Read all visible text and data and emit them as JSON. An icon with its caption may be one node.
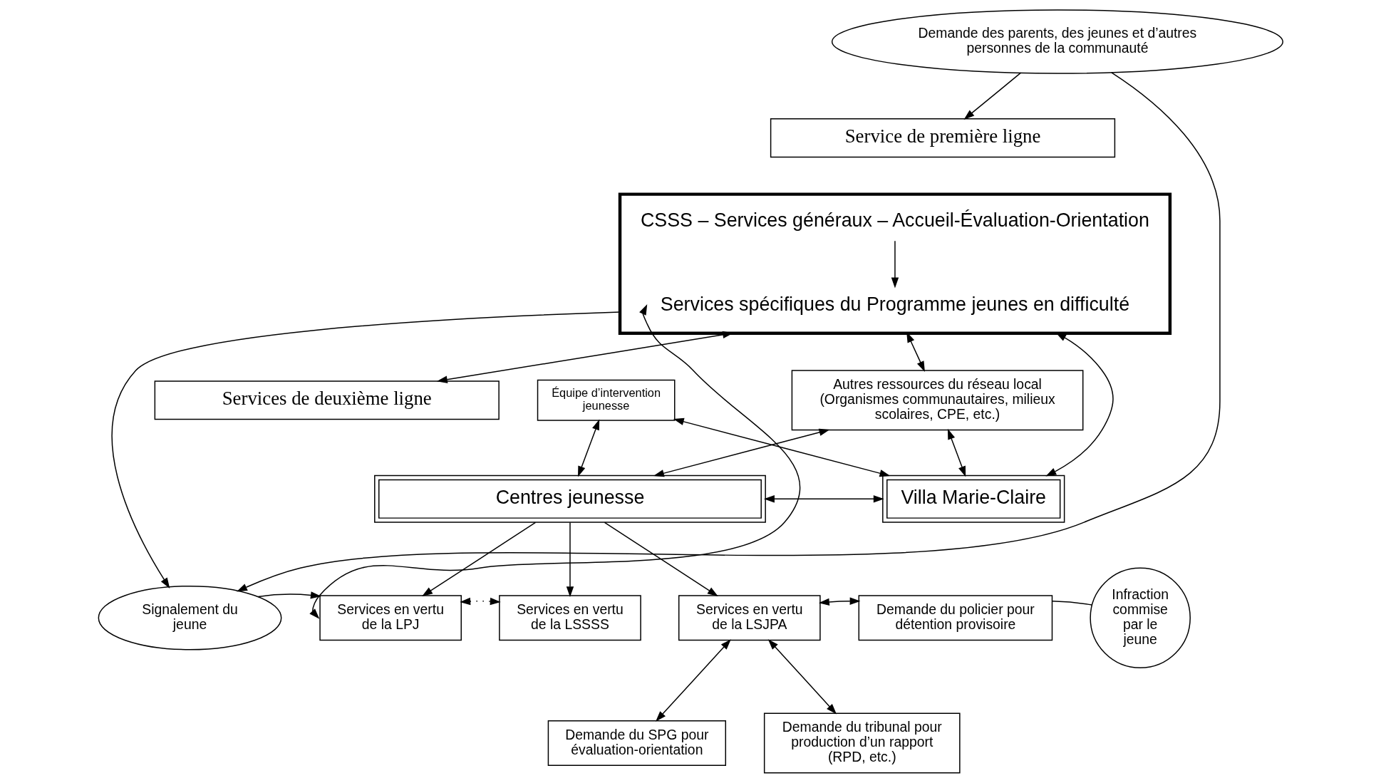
{
  "diagram": {
    "nodes": [
      {
        "text": [
          "Demande des parents, des jeunes et d’autres personnes de la communauté"
        ]
      },
      {
        "text": [
          "Service de première ligne"
        ]
      },
      {
        "text": [],
        "shape": "box"
      },
      {
        "text": [
          "CSSS – Services généraux – Accueil-Évaluation-Orientation"
        ],
        "in": 2
      },
      {
        "text": [
          "Services spécifiques du Programme jeunes en difficulté"
        ],
        "in": 2
      },
      {
        "text": [
          "Autres ressources du réseau local",
          "(Organismes communautaires, milieux scolaires, CPE, etc.)"
        ]
      },
      {
        "text": [
          "Équipe d’intervention jeunesse"
        ]
      },
      {
        "text": [
          "Services de deuxième ligne"
        ]
      },
      {
        "text": [
          "Centres jeunesse"
        ]
      },
      {
        "text": [
          "Villa Marie-Claire"
        ]
      },
      {
        "text": [
          "Demande du SPG pour évaluation-orientation"
        ]
      },
      {
        "text": [
          "Signalement du jeune"
        ]
      },
      {
        "text": [
          "Services en vertu de la LPJ"
        ]
      },
      {
        "text": [
          "Services en vertu de la LSSSS"
        ]
      },
      {
        "text": [
          "Services en vertu de la LSJPA"
        ]
      },
      {
        "text": [
          "Demande du policier pour détention provisoire"
        ]
      },
      {
        "text": [
          "Infraction commise par le jeune"
        ]
      },
      {
        "text": [
          "Demande du tribunal pour production d’un rapport (RPD, etc.)"
        ]
      }
    ],
    "edges": [
      {
        "from": 0,
        "to": 1,
        "arrow": "to"
      },
      {
        "from": 3,
        "to": 4,
        "arrow": "to"
      },
      {
        "from": 2,
        "to": 5,
        "arrow": "both"
      },
      {
        "from": 2,
        "to": 7,
        "arrow": "both"
      },
      {
        "from": 0,
        "to": 11,
        "arrow": "to"
      },
      {
        "from": 2,
        "to": 11,
        "arrow": "to"
      },
      {
        "from": 12,
        "to": 4,
        "arrow": "both"
      },
      {
        "from": 2,
        "to": 9,
        "arrow": "both"
      },
      {
        "from": 6,
        "to": 8,
        "arrow": "both"
      },
      {
        "from": 6,
        "to": 9,
        "arrow": "both"
      },
      {
        "from": 5,
        "to": 8,
        "arrow": "both"
      },
      {
        "from": 5,
        "to": 9,
        "arrow": "both"
      },
      {
        "from": 8,
        "to": 9,
        "arrow": "both"
      },
      {
        "from": 8,
        "to": 12,
        "arrow": "to"
      },
      {
        "from": 8,
        "to": 13,
        "arrow": "to"
      },
      {
        "from": 8,
        "to": 14,
        "arrow": "to"
      },
      {
        "from": 11,
        "to": 12,
        "arrow": "to"
      },
      {
        "from": 12,
        "to": 13,
        "arrow": "both",
        "style": "dashed"
      },
      {
        "from": 14,
        "to": 10,
        "arrow": "both"
      },
      {
        "from": 14,
        "to": 15,
        "arrow": "both"
      },
      {
        "from": 14,
        "to": 17,
        "arrow": "both"
      },
      {
        "from": 15,
        "to": 16,
        "arrow": "none"
      }
    ]
  }
}
